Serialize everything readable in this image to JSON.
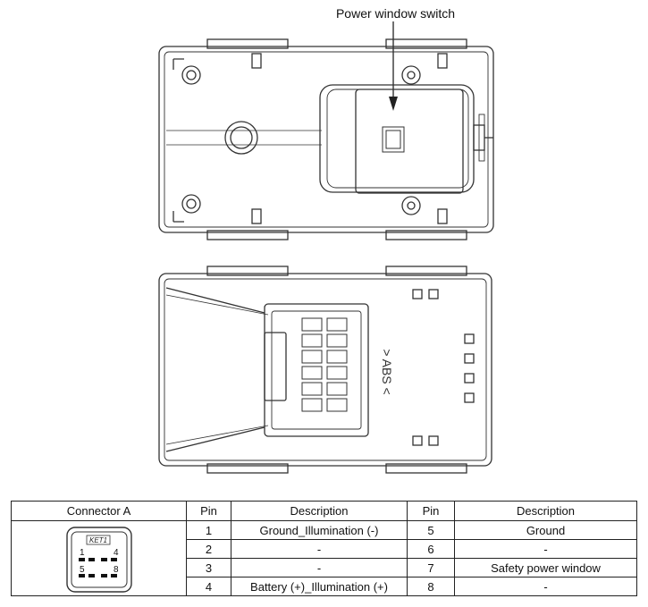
{
  "diagram": {
    "callout": "Power window switch",
    "connector_marking": "> ABS <",
    "connector_label": "KET1"
  },
  "table": {
    "headers": [
      "Connector A",
      "Pin",
      "Description",
      "Pin",
      "Description"
    ],
    "rows": [
      {
        "pin_a": "1",
        "desc_a": "Ground_Illumination (-)",
        "pin_b": "5",
        "desc_b": "Ground"
      },
      {
        "pin_a": "2",
        "desc_a": "-",
        "pin_b": "6",
        "desc_b": "-"
      },
      {
        "pin_a": "3",
        "desc_a": "-",
        "pin_b": "7",
        "desc_b": "Safety power window"
      },
      {
        "pin_a": "4",
        "desc_a": "Battery (+)_Illumination (+)",
        "pin_b": "8",
        "desc_b": "-"
      }
    ],
    "connector_pins": [
      "1",
      "4",
      "5",
      "8"
    ]
  }
}
